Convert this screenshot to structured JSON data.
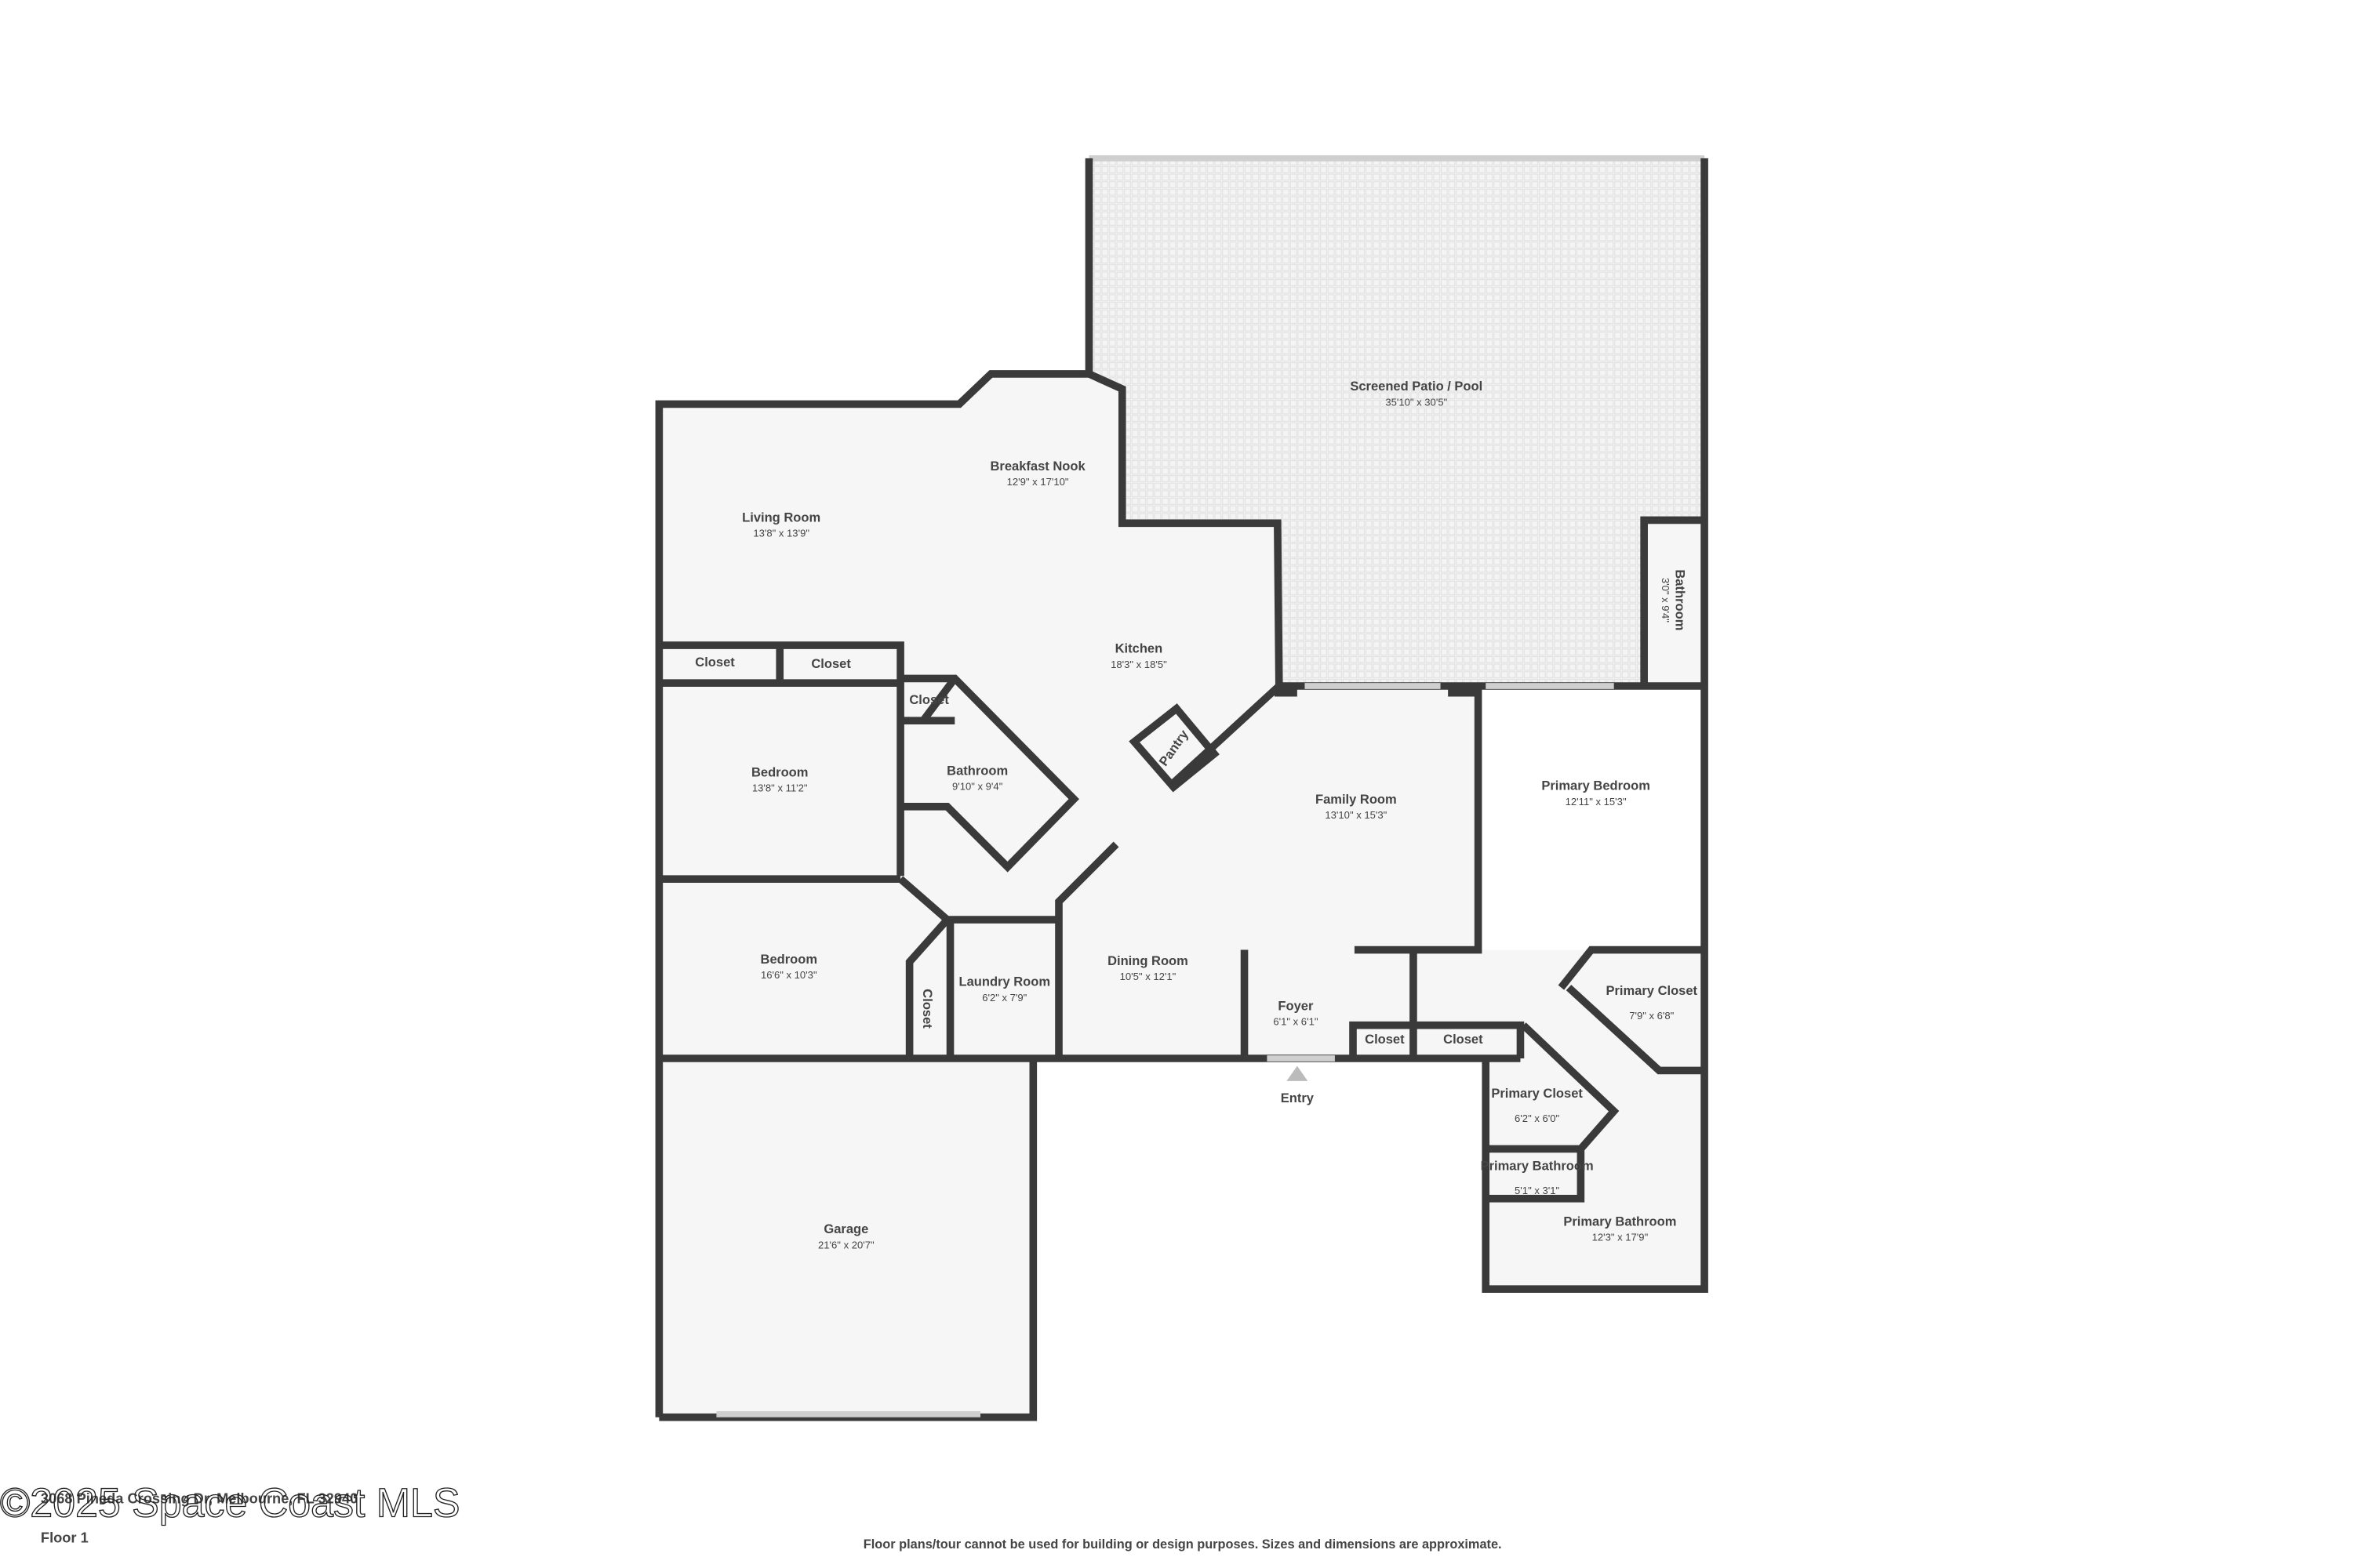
{
  "plan": {
    "address": "3068 Pineda Crossing Dr, Melbourne, FL 32940",
    "floor": "Floor 1",
    "disclaimer": "Floor plans/tour cannot be used for building or design purposes. Sizes and dimensions are approximate.",
    "watermark": "©2025 Space Coast MLS",
    "entry_label": "Entry",
    "colors": {
      "wall": "#3a3a3a",
      "floor": "#f6f6f6",
      "text": "#444444",
      "entry_marker": "#bbbbbb"
    }
  },
  "rooms": [
    {
      "name": "Screened Patio / Pool",
      "dims": "35'10\" x 30'5\""
    },
    {
      "name": "Breakfast Nook",
      "dims": "12'9\" x 17'10\""
    },
    {
      "name": "Living Room",
      "dims": "13'8\" x 13'9\""
    },
    {
      "name": "Kitchen",
      "dims": "18'3\" x 18'5\""
    },
    {
      "name": "Bathroom",
      "dims": "3'0\" x 9'4\""
    },
    {
      "name": "Closet"
    },
    {
      "name": "Closet"
    },
    {
      "name": "Closet"
    },
    {
      "name": "Bedroom",
      "dims": "13'8\" x 11'2\""
    },
    {
      "name": "Bathroom",
      "dims": "9'10\" x 9'4\""
    },
    {
      "name": "Pantry"
    },
    {
      "name": "Family Room",
      "dims": "13'10\" x 15'3\""
    },
    {
      "name": "Primary Bedroom",
      "dims": "12'11\" x 15'3\""
    },
    {
      "name": "Bedroom",
      "dims": "16'6\" x 10'3\""
    },
    {
      "name": "Closet"
    },
    {
      "name": "Laundry Room",
      "dims": "6'2\" x 7'9\""
    },
    {
      "name": "Dining Room",
      "dims": "10'5\" x 12'1\""
    },
    {
      "name": "Foyer",
      "dims": "6'1\" x 6'1\""
    },
    {
      "name": "Closet"
    },
    {
      "name": "Closet"
    },
    {
      "name": "Primary Closet",
      "dims": "7'9\" x 6'8\""
    },
    {
      "name": "Primary Closet",
      "dims": "6'2\" x 6'0\""
    },
    {
      "name": "Primary Bathroom",
      "dims": "5'1\" x 3'1\""
    },
    {
      "name": "Primary Bathroom",
      "dims": "12'3\" x 17'9\""
    },
    {
      "name": "Garage",
      "dims": "21'6\" x 20'7\""
    }
  ]
}
